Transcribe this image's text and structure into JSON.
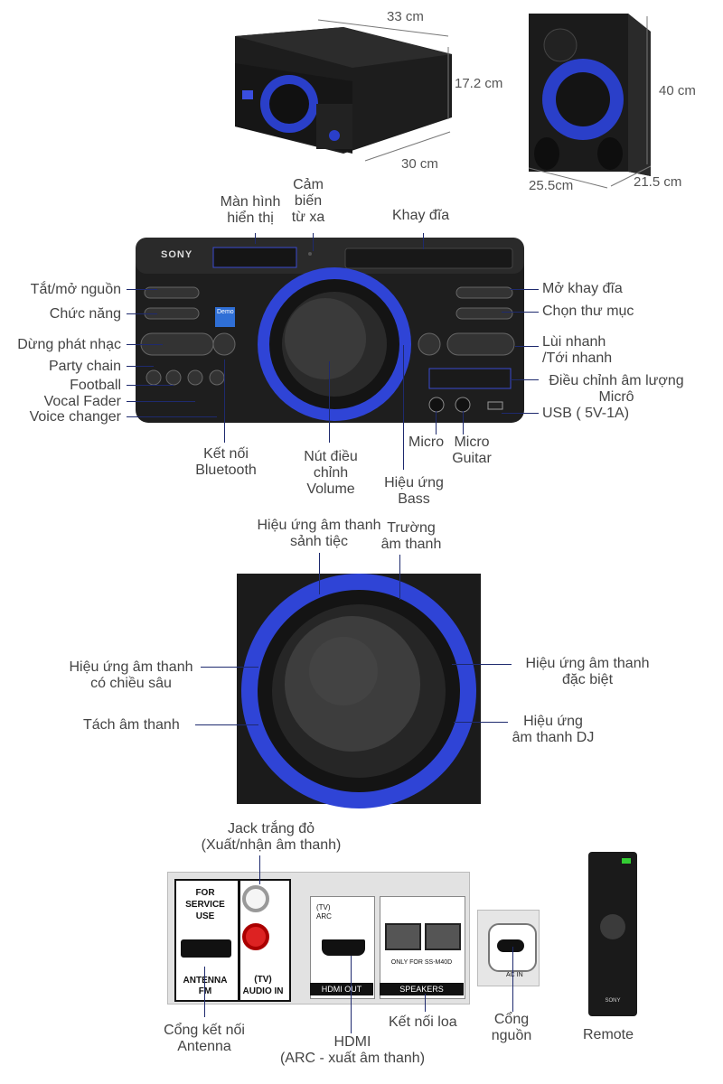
{
  "dimensions": {
    "main_width": "33 cm",
    "main_height": "17.2 cm",
    "main_depth": "30 cm",
    "speaker_height": "40 cm",
    "speaker_width": "25.5cm",
    "speaker_depth": "21.5 cm"
  },
  "brand": "SONY",
  "front_panel": {
    "display": "Màn hình\nhiển thị",
    "sensor": "Cảm\nbiến\ntừ xa",
    "tray": "Khay đĩa",
    "power": "Tắt/mở nguồn",
    "function": "Chức năng",
    "stop": "Dừng phát nhạc",
    "party_chain": "Party chain",
    "football": "Football",
    "vocal_fader": "Vocal Fader",
    "voice_changer": "Voice changer",
    "bluetooth": "Kết nối\nBluetooth",
    "volume": "Nút điều\nchỉnh\nVolume",
    "bass": "Hiệu ứng\nBass",
    "micro": "Micro",
    "micro_guitar": "Micro\nGuitar",
    "open_tray": "Mở  khay đĩa",
    "folder": "Chọn thư mục",
    "seek": "Lùi nhanh\n/Tới nhanh",
    "mic_volume": "Điều chỉnh âm lượng\nMicrô",
    "usb": "USB ( 5V-1A)",
    "demo_label": "Demo"
  },
  "dial": {
    "party": "Hiệu ứng âm thanh\nsảnh tiệc",
    "sound_field": "Trường\nâm thanh",
    "depth": "Hiệu ứng âm thanh\ncó chiều sâu",
    "separation": "Tách âm thanh",
    "special": "Hiệu ứng âm thanh\nđặc biệt",
    "dj": "Hiệu ứng\nâm thanh DJ"
  },
  "rear_panel": {
    "jack": "Jack trắng đỏ\n(Xuất/nhận âm thanh)",
    "antenna": "Cổng kết nối\nAntenna",
    "hdmi": "HDMI\n(ARC - xuất âm thanh)",
    "speakers": "Kết nối loa",
    "power": "Cổng\nnguồn",
    "remote": "Remote",
    "for_service": "FOR\nSERVICE\nUSE",
    "antenna_fm": "ANTENNA\nFM",
    "tv_audio_in": "(TV)\nAUDIO IN",
    "tv_arc": "(TV)\nARC",
    "hdmi_out": "HDMI OUT",
    "speakers_tag": "SPEAKERS",
    "only_for": "ONLY FOR SS-M40D",
    "ac_in": "AC IN"
  },
  "colors": {
    "leader": "#1e2a6e",
    "accent_blue": "#2f44d6",
    "body_black": "#1c1c1c"
  }
}
